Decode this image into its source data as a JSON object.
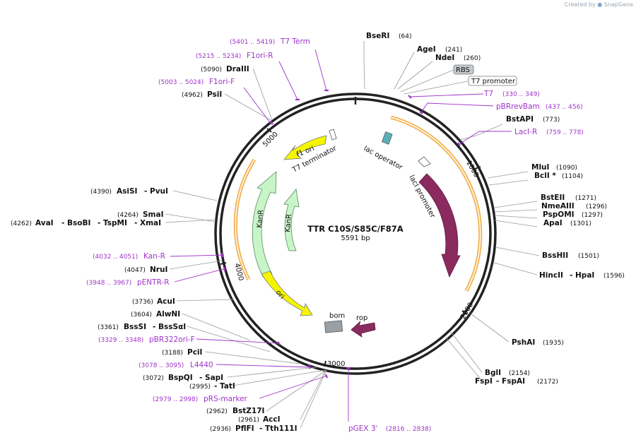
{
  "credit": {
    "text": "Created by",
    "brand": "SnapGene"
  },
  "plasmid": {
    "name": "TTR C10S/S85C/F87A",
    "size": "5591 bp"
  },
  "ticks": [
    "1000",
    "2000",
    "3000",
    "4000",
    "5000"
  ],
  "enzymes": [
    {
      "name": "BseRI",
      "pos": "(64)"
    },
    {
      "name": "AgeI",
      "pos": "(241)"
    },
    {
      "name": "NdeI",
      "pos": "(260)"
    },
    {
      "name": "BstAPI",
      "pos": "(773)"
    },
    {
      "name": "MluI",
      "pos": "(1090)"
    },
    {
      "name": "BclI *",
      "pos": "(1104)"
    },
    {
      "name": "BstEII",
      "pos": "(1271)"
    },
    {
      "name": "NmeAIII",
      "pos": "(1296)"
    },
    {
      "name": "PspOMI",
      "pos": "(1297)"
    },
    {
      "name": "ApaI",
      "pos": "(1301)"
    },
    {
      "name": "BssHII",
      "pos": "(1501)"
    },
    {
      "name": "HincII",
      "name2": "HpaI",
      "pos": "(1596)"
    },
    {
      "name": "PshAI",
      "pos": "(1935)"
    },
    {
      "name": "BglI",
      "pos": "(2154)"
    },
    {
      "name": "FspI",
      "name2": "FspAI",
      "pos": "(2172)"
    },
    {
      "name": "PflFI",
      "name2": "Tth111I",
      "pos": "(2936)"
    },
    {
      "name": "AccI",
      "pos": "(2961)"
    },
    {
      "name": "BstZ17I",
      "pos": "(2962)"
    },
    {
      "name": "TatI",
      "pos": "(2995)"
    },
    {
      "name": "BspQI",
      "name2": "SapI",
      "pos": "(3072)"
    },
    {
      "name": "PciI",
      "pos": "(3188)"
    },
    {
      "name": "BssSI",
      "name2": "BssSαI",
      "pos": "(3361)"
    },
    {
      "name": "AlwNI",
      "pos": "(3604)"
    },
    {
      "name": "AcuI",
      "pos": "(3736)"
    },
    {
      "name": "NruI",
      "pos": "(4047)"
    },
    {
      "name": "AvaI",
      "name2": "BsoBI",
      "name3": "TspMI",
      "name4": "XmaI",
      "pos": "(4262)"
    },
    {
      "name": "SmaI",
      "pos": "(4264)"
    },
    {
      "name": "AsiSI",
      "name2": "PvuI",
      "pos": "(4390)"
    },
    {
      "name": "PsiI",
      "pos": "(4962)"
    },
    {
      "name": "DraIII",
      "pos": "(5090)"
    }
  ],
  "primers": [
    {
      "name": "T7 Term",
      "pos": "(5401 .. 5419)"
    },
    {
      "name": "F1ori-R",
      "pos": "(5215 .. 5234)"
    },
    {
      "name": "F1ori-F",
      "pos": "(5003 .. 5024)"
    },
    {
      "name": "T7",
      "pos": "(330 .. 349)"
    },
    {
      "name": "pBRrevBam",
      "pos": "(437 .. 456)"
    },
    {
      "name": "LacI-R",
      "pos": "(759 .. 778)"
    },
    {
      "name": "Kan-R",
      "pos": "(4032 .. 4051)"
    },
    {
      "name": "pENTR-R",
      "pos": "(3948 .. 3967)"
    },
    {
      "name": "pBR322ori-F",
      "pos": "(3329 .. 3348)"
    },
    {
      "name": "L4440",
      "pos": "(3078 .. 3095)"
    },
    {
      "name": "pRS-marker",
      "pos": "(2979 .. 2998)"
    },
    {
      "name": "pGEX 3'",
      "pos": "(2816 .. 2838)"
    }
  ],
  "boxed": {
    "rbs": "RBS",
    "t7promoter": "T7 promoter"
  },
  "features": {
    "f1ori": "f1 ori",
    "t7term": "T7 terminator",
    "lacop": "lac operator",
    "lacprom": "lacI promoter",
    "laci": "lacI",
    "kanr1": "KanR",
    "kanr2": "KanR",
    "ori": "ori",
    "bom": "bom",
    "rop": "rop"
  },
  "colors": {
    "backbone": "#222222",
    "primer": "#a033c8",
    "laci": "#8b2a5e",
    "kanr": "#c8f5c8",
    "ori": "#f5f500",
    "orange": "#f0a030",
    "bom": "#9aa0a6"
  }
}
